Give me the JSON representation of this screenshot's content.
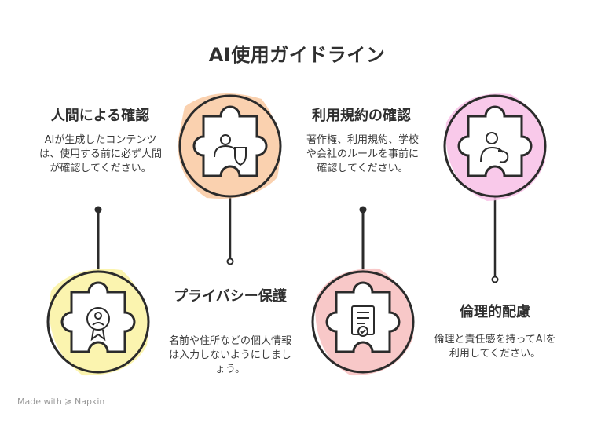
{
  "title": "AI使用ガイドライン",
  "steps": [
    {
      "heading": "人間による確認",
      "desc": "AIが生成したコンテンツは、使用する前に必ず人間が確認してください。",
      "color": "#f9c9a1",
      "icon": "user-shield-icon"
    },
    {
      "heading": "プライバシー保護",
      "desc": "名前や住所などの個人情報は入力しないようにしましょう。",
      "color": "#fbf3a6",
      "icon": "id-badge-icon"
    },
    {
      "heading": "利用規約の確認",
      "desc": "著作権、利用規約、学校や会社のルールを事前に確認してください。",
      "color": "#f7c2c2",
      "icon": "document-check-icon"
    },
    {
      "heading": "倫理的配慮",
      "desc": "倫理と責任感を持ってAIを利用してください。",
      "color": "#f8bfe6",
      "icon": "thinking-person-icon"
    }
  ],
  "footer": "Made with ≽ Napkin"
}
